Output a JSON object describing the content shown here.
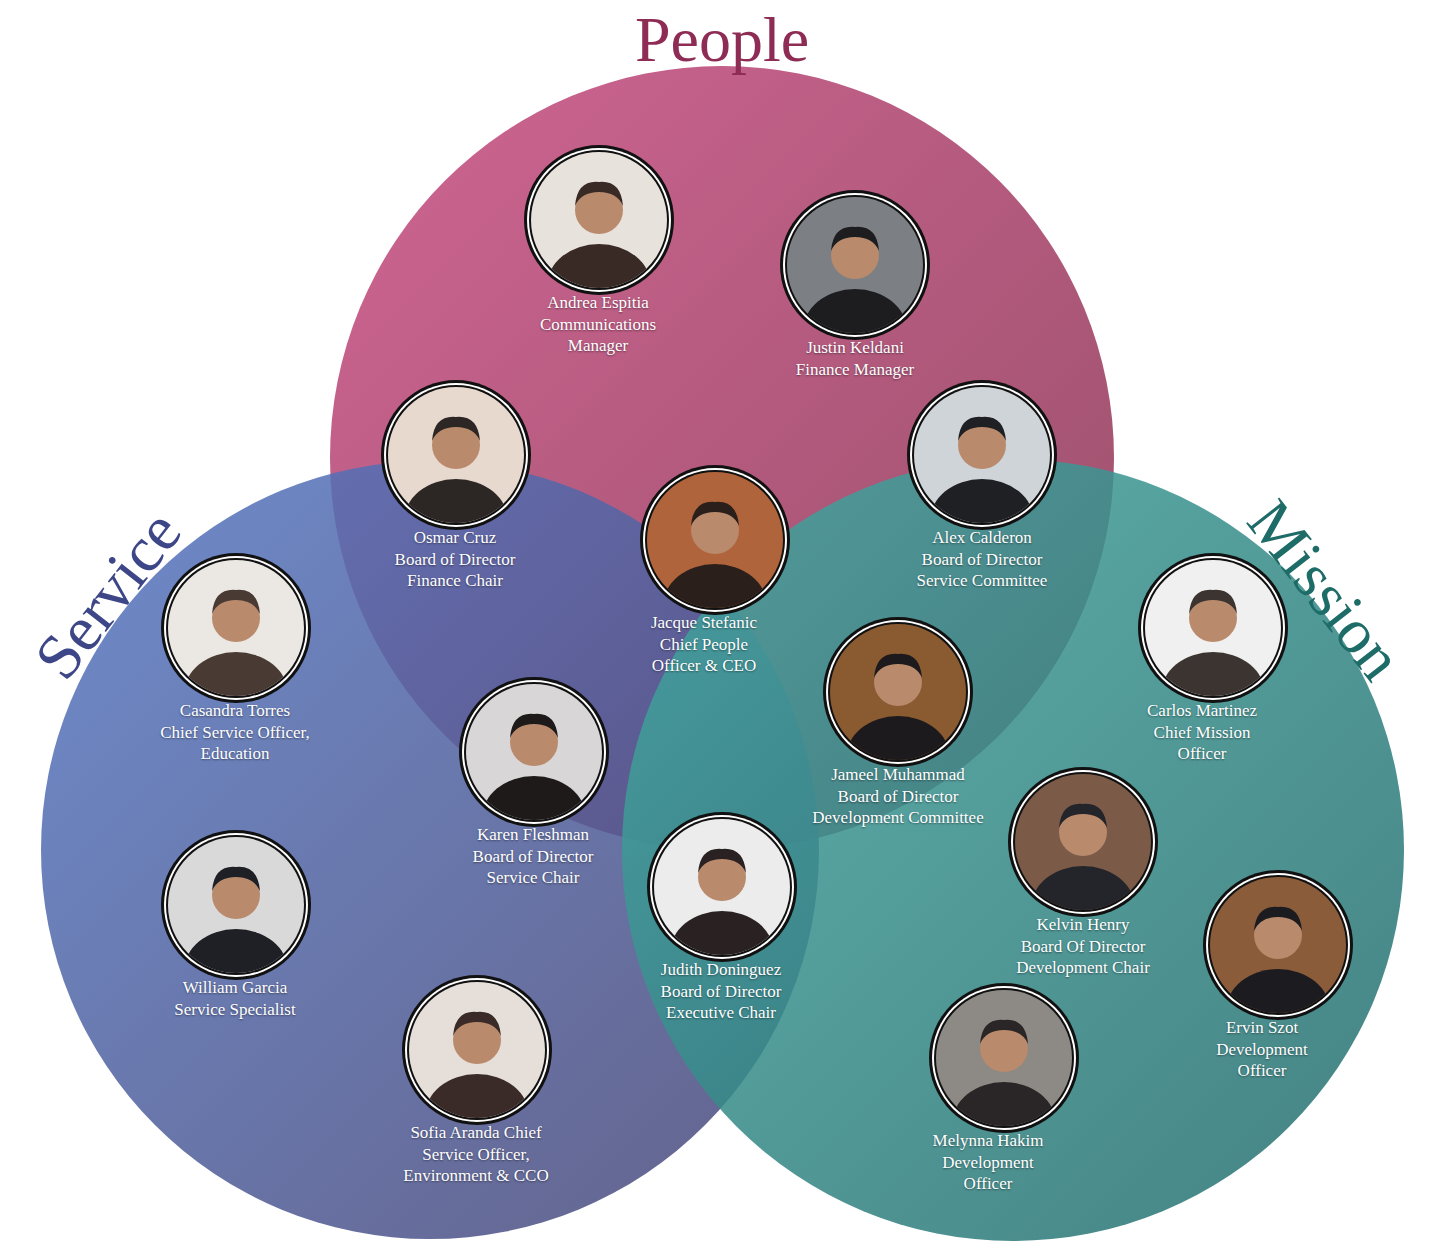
{
  "diagram": {
    "nodes": [
      {
        "text": [
          "People"
        ]
      },
      {
        "text": [
          "Service"
        ]
      },
      {
        "text": [
          "Mission"
        ]
      },
      {
        "text": [
          "Andrea Espitia",
          "Communications Manager"
        ],
        "in": 0
      },
      {
        "text": [
          "Justin Keldani",
          "Finance Manager"
        ],
        "in": 0
      },
      {
        "text": [
          "Osmar Cruz",
          "Board of Director Finance Chair"
        ]
      },
      {
        "text": [
          "Alex Calderon",
          "Board of Director Service Committee"
        ]
      },
      {
        "text": [
          "Jacque Stefanic",
          "Chief People Officer & CEO"
        ]
      },
      {
        "text": [
          "Casandra Torres",
          "Chief Service Officer, Education"
        ],
        "in": 1
      },
      {
        "text": [
          "Carlos Martinez",
          "Chief Mission Officer"
        ],
        "in": 2
      },
      {
        "text": [
          "Jameel Muhammad",
          "Board of Director Development Committee"
        ]
      },
      {
        "text": [
          "Karen Fleshman",
          "Board of Director Service Chair"
        ]
      },
      {
        "text": [
          "Kelvin Henry",
          "Board Of Director Development Chair"
        ],
        "in": 2
      },
      {
        "text": [
          "William Garcia",
          "Service Specialist"
        ],
        "in": 1
      },
      {
        "text": [
          "Judith Doninguez",
          "Board of Director Executive Chair"
        ]
      },
      {
        "text": [
          "Ervin Szot",
          "Development Officer"
        ],
        "in": 2
      },
      {
        "text": [
          "Sofia Aranda Chief Service Officer, Environment & CCO"
        ],
        "in": 1
      },
      {
        "text": [
          "Melynna Hakim",
          "Development Officer"
        ],
        "in": 2
      }
    ]
  }
}
